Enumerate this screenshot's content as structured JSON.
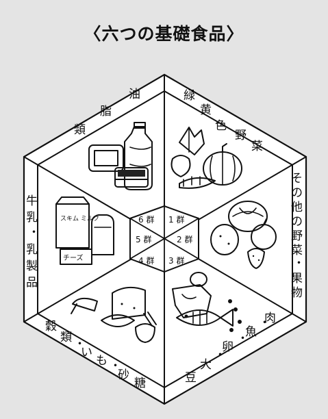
{
  "title": "〈六つの基礎食品〉",
  "outer_labels": {
    "fats": [
      "脂",
      "油",
      "類"
    ],
    "green_yellow_veg": [
      "緑",
      "黄",
      "色",
      "野",
      "菜"
    ],
    "other_veg_fruit": [
      "そ",
      "の",
      "他",
      "の",
      "野",
      "菜",
      "・",
      "果",
      "物"
    ],
    "protein": [
      "豆",
      "大",
      "・",
      "卵",
      "・",
      "魚",
      "・",
      "肉"
    ],
    "grains": [
      "穀",
      "類",
      "・",
      "い",
      "も",
      "・",
      "砂",
      "糖"
    ],
    "dairy": [
      "牛",
      "乳",
      "・",
      "乳",
      "製",
      "品"
    ]
  },
  "groups": {
    "g1": "1 群",
    "g2": "2 群",
    "g3": "3 群",
    "g4": "4 群",
    "g5": "5 群",
    "g6": "6 群"
  },
  "illustration_text": {
    "milk_pack": "スキム ミルク",
    "cheese": "チーズ"
  },
  "colors": {
    "background": "#e4e4e4",
    "ink": "#111111",
    "panel": "#ffffff"
  }
}
